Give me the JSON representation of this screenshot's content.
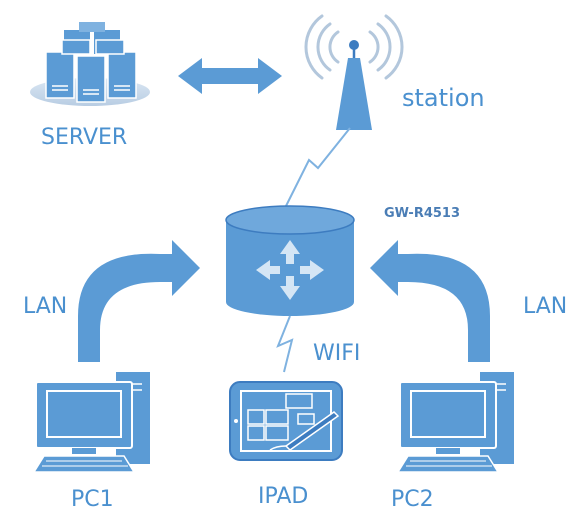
{
  "labels": {
    "server": "SERVER",
    "station": "station",
    "gateway": "GW-R4513",
    "lan_left": "LAN",
    "lan_right": "LAN",
    "wifi": "WIFI",
    "pc1": "PC1",
    "ipad": "IPAD",
    "pc2": "PC2"
  },
  "icons": {
    "server": "server-cluster-icon",
    "station": "antenna-tower-icon",
    "gateway": "router-icon",
    "pc": "desktop-computer-icon",
    "tablet": "tablet-with-stylus-icon"
  },
  "colors": {
    "primary": "#5b9bd5",
    "dark": "#3d7cc0",
    "label": "#4a90cf"
  }
}
